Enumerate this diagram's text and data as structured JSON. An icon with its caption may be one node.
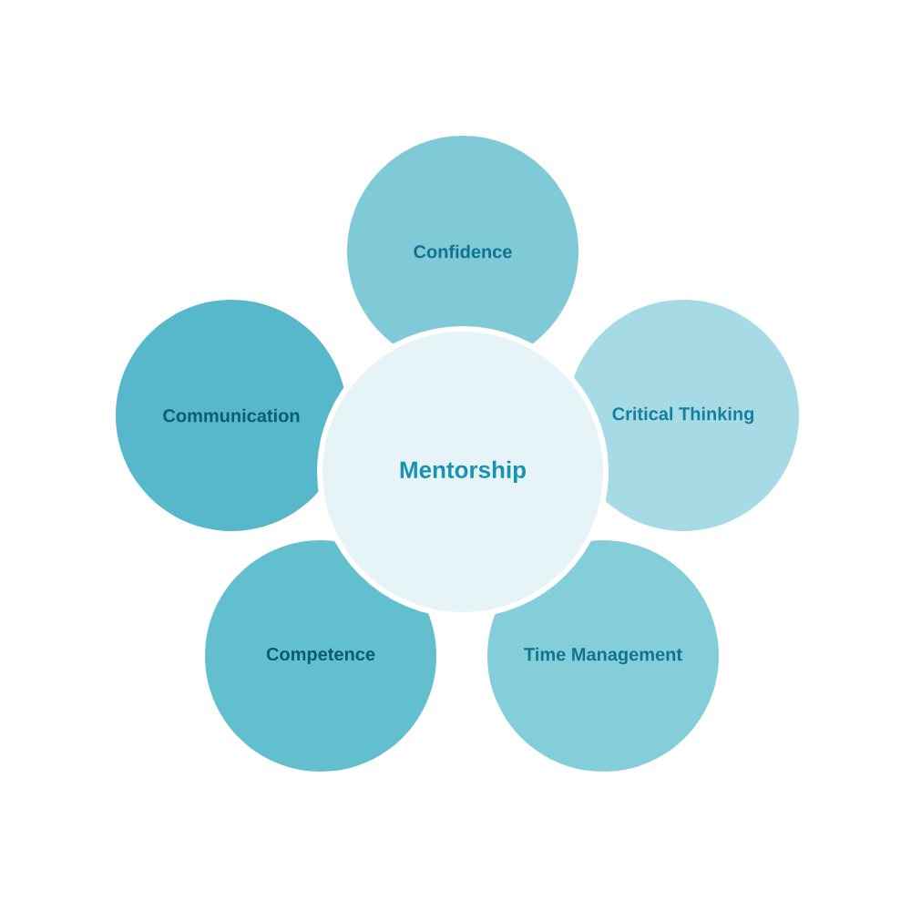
{
  "diagram": {
    "nodes": [
      {
        "text": [
          "Confidence"
        ]
      },
      {
        "text": [
          "Communication"
        ]
      },
      {
        "text": [
          "Critical Thinking"
        ]
      },
      {
        "text": [
          "Mentorship"
        ]
      },
      {
        "text": [
          "Competence"
        ]
      },
      {
        "text": [
          "Time Management"
        ]
      }
    ]
  }
}
